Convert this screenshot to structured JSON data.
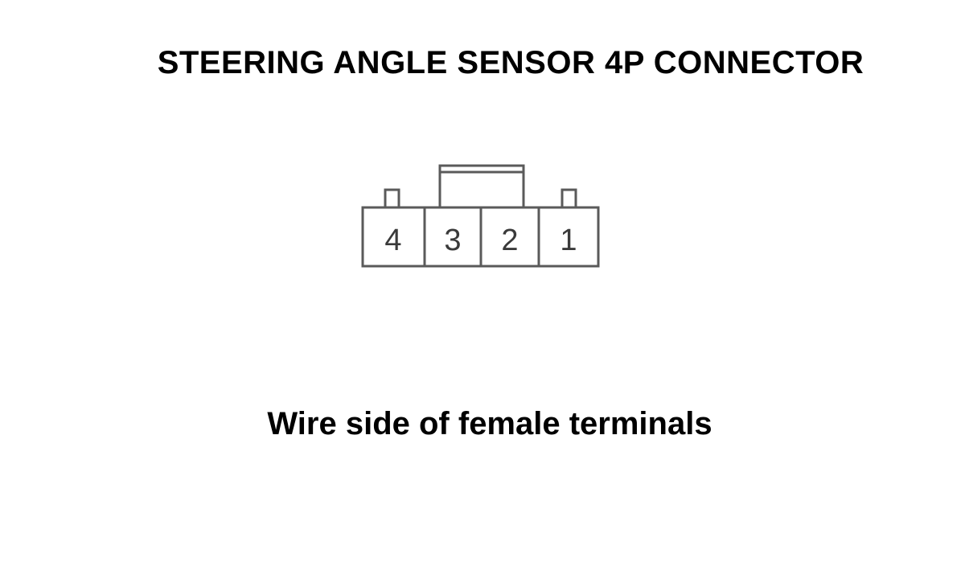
{
  "title": "STEERING ANGLE SENSOR 4P CONNECTOR",
  "caption": "Wire side of female terminals",
  "connector": {
    "pins": [
      "4",
      "3",
      "2",
      "1"
    ]
  },
  "colors": {
    "stroke": "#5a5a5a",
    "text": "#000000",
    "background": "#ffffff"
  }
}
